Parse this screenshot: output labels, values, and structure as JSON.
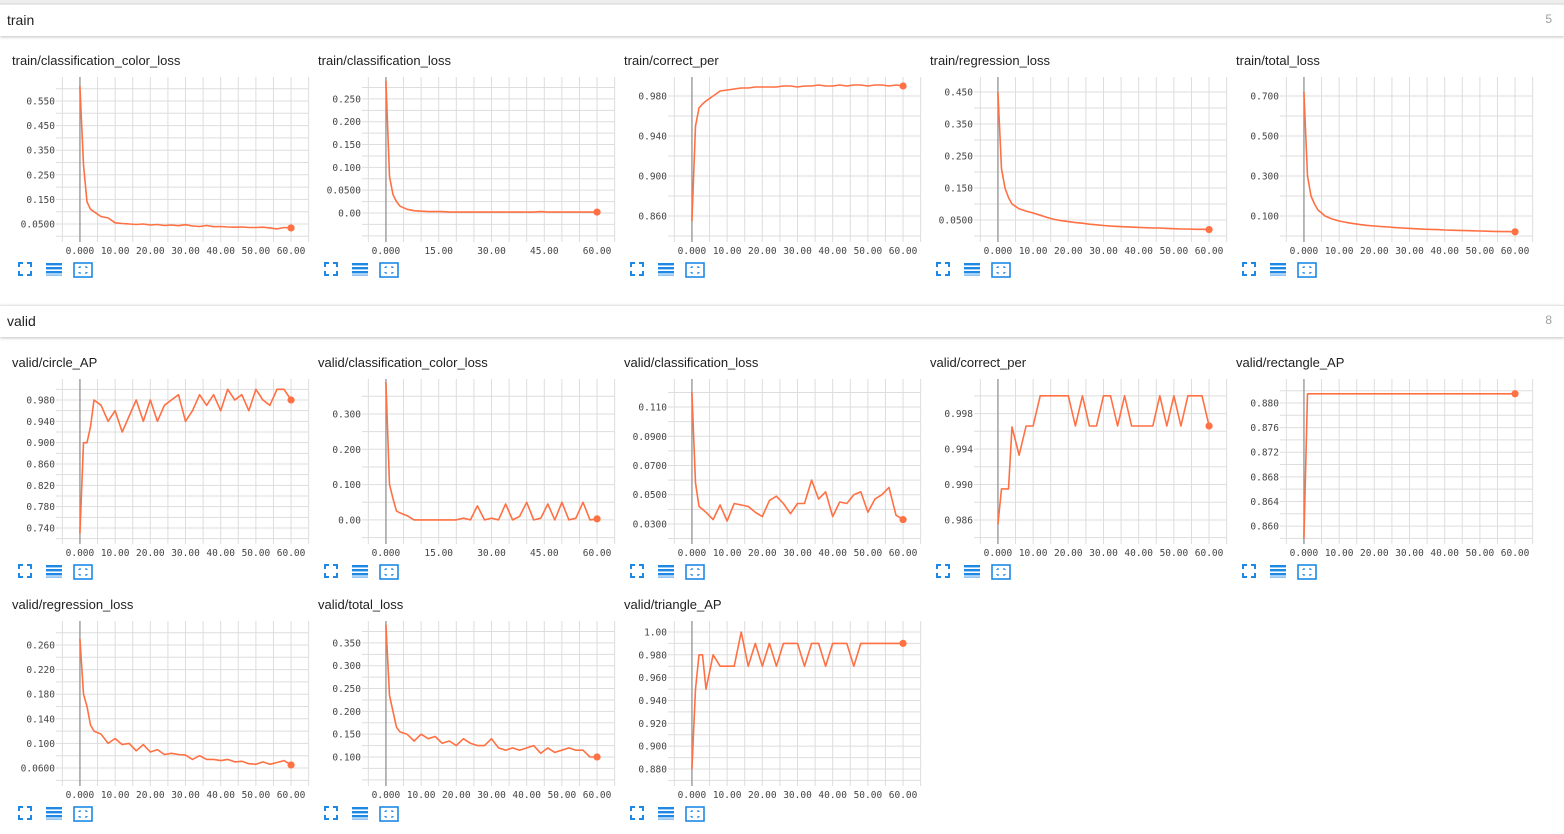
{
  "colors": {
    "line": "#ff7043",
    "grid": "#dddddd",
    "zero_axis": "#999999",
    "icon": "#1e88e5"
  },
  "steps": [
    0,
    1,
    2,
    3,
    4,
    6,
    8,
    10,
    12,
    14,
    16,
    18,
    20,
    22,
    24,
    26,
    28,
    30,
    32,
    34,
    36,
    38,
    40,
    42,
    44,
    46,
    48,
    50,
    52,
    54,
    56,
    58,
    60
  ],
  "icons": [
    "fullscreen-icon",
    "toggle-log-scale-icon",
    "fit-domain-icon"
  ],
  "sections": [
    {
      "title": "train",
      "count": "5",
      "charts": [
        {
          "title": "train/classification_color_loss",
          "ylim": [
            -0.0028,
            0.6476
          ],
          "yticks": [
            0.05,
            0.15,
            0.25,
            0.35,
            0.45,
            0.55
          ],
          "ytick_labels": [
            "0.0500",
            "0.150",
            "0.250",
            "0.350",
            "0.450",
            "0.550"
          ],
          "xticks": [
            0,
            10,
            20,
            30,
            40,
            50,
            60
          ],
          "xtick_labels": [
            "0.000",
            "10.00",
            "20.00",
            "30.00",
            "40.00",
            "50.00",
            "60.00"
          ],
          "values": [
            0.61,
            0.29,
            0.14,
            0.11,
            0.1,
            0.08,
            0.075,
            0.055,
            0.052,
            0.05,
            0.048,
            0.05,
            0.046,
            0.048,
            0.044,
            0.046,
            0.043,
            0.047,
            0.042,
            0.04,
            0.044,
            0.039,
            0.04,
            0.038,
            0.037,
            0.038,
            0.036,
            0.036,
            0.037,
            0.034,
            0.03,
            0.036,
            0.034
          ]
        },
        {
          "title": "train/classification_loss",
          "ylim": [
            -0.0526,
            0.298
          ],
          "yticks": [
            0,
            0.05,
            0.1,
            0.15,
            0.2,
            0.25
          ],
          "ytick_labels": [
            "0.00",
            "0.0500",
            "0.100",
            "0.150",
            "0.200",
            "0.250"
          ],
          "xticks": [
            0,
            15,
            30,
            45,
            60
          ],
          "xtick_labels": [
            "0.000",
            "15.00",
            "30.00",
            "45.00",
            "60.00"
          ],
          "values": [
            0.29,
            0.08,
            0.04,
            0.025,
            0.015,
            0.008,
            0.005,
            0.004,
            0.003,
            0.003,
            0.003,
            0.002,
            0.002,
            0.002,
            0.002,
            0.002,
            0.002,
            0.002,
            0.002,
            0.002,
            0.002,
            0.002,
            0.002,
            0.002,
            0.003,
            0.002,
            0.002,
            0.002,
            0.002,
            0.002,
            0.002,
            0.002,
            0.002
          ]
        },
        {
          "title": "train/correct_per",
          "ylim": [
            0.839,
            0.999
          ],
          "yticks": [
            0.86,
            0.9,
            0.94,
            0.98
          ],
          "ytick_labels": [
            "0.860",
            "0.900",
            "0.940",
            "0.980"
          ],
          "xticks": [
            0,
            10,
            20,
            30,
            40,
            50,
            60
          ],
          "xtick_labels": [
            "0.000",
            "10.00",
            "20.00",
            "30.00",
            "40.00",
            "50.00",
            "60.00"
          ],
          "values": [
            0.855,
            0.95,
            0.968,
            0.972,
            0.975,
            0.98,
            0.985,
            0.986,
            0.987,
            0.988,
            0.988,
            0.989,
            0.989,
            0.989,
            0.989,
            0.99,
            0.99,
            0.989,
            0.99,
            0.99,
            0.991,
            0.99,
            0.99,
            0.991,
            0.99,
            0.991,
            0.991,
            0.99,
            0.991,
            0.991,
            0.99,
            0.991,
            0.99
          ]
        },
        {
          "title": "train/regression_loss",
          "ylim": [
            -0.003,
            0.4969
          ],
          "yticks": [
            0.05,
            0.15,
            0.25,
            0.35,
            0.45
          ],
          "ytick_labels": [
            "0.0500",
            "0.150",
            "0.250",
            "0.350",
            "0.450"
          ],
          "xticks": [
            0,
            10,
            20,
            30,
            40,
            50,
            60
          ],
          "xtick_labels": [
            "0.000",
            "10.00",
            "20.00",
            "30.00",
            "40.00",
            "50.00",
            "60.00"
          ],
          "values": [
            0.45,
            0.21,
            0.15,
            0.12,
            0.1,
            0.085,
            0.078,
            0.072,
            0.065,
            0.058,
            0.052,
            0.048,
            0.045,
            0.042,
            0.04,
            0.037,
            0.035,
            0.033,
            0.031,
            0.03,
            0.029,
            0.028,
            0.027,
            0.026,
            0.025,
            0.025,
            0.024,
            0.023,
            0.022,
            0.022,
            0.021,
            0.021,
            0.02
          ]
        },
        {
          "title": "train/total_loss",
          "ylim": [
            -0.005,
            0.795
          ],
          "yticks": [
            0.1,
            0.3,
            0.5,
            0.7
          ],
          "ytick_labels": [
            "0.100",
            "0.300",
            "0.500",
            "0.700"
          ],
          "xticks": [
            0,
            10,
            20,
            30,
            40,
            50,
            60
          ],
          "xtick_labels": [
            "0.000",
            "10.00",
            "20.00",
            "30.00",
            "40.00",
            "50.00",
            "60.00"
          ],
          "values": [
            0.72,
            0.3,
            0.2,
            0.16,
            0.13,
            0.1,
            0.085,
            0.075,
            0.068,
            0.062,
            0.057,
            0.053,
            0.05,
            0.047,
            0.045,
            0.042,
            0.04,
            0.038,
            0.036,
            0.034,
            0.033,
            0.032,
            0.03,
            0.029,
            0.028,
            0.027,
            0.026,
            0.025,
            0.024,
            0.023,
            0.022,
            0.022,
            0.021
          ]
        }
      ]
    },
    {
      "title": "valid",
      "count": "8",
      "charts": [
        {
          "title": "valid/circle_AP",
          "ylim": [
            0.7194,
            1.0194
          ],
          "yticks": [
            0.74,
            0.78,
            0.82,
            0.86,
            0.9,
            0.94,
            0.98
          ],
          "ytick_labels": [
            "0.740",
            "0.780",
            "0.820",
            "0.860",
            "0.900",
            "0.940",
            "0.980"
          ],
          "xticks": [
            0,
            10,
            20,
            30,
            40,
            50,
            60
          ],
          "xtick_labels": [
            "0.000",
            "10.00",
            "20.00",
            "30.00",
            "40.00",
            "50.00",
            "60.00"
          ],
          "values": [
            0.73,
            0.9,
            0.9,
            0.93,
            0.98,
            0.97,
            0.94,
            0.96,
            0.92,
            0.95,
            0.98,
            0.94,
            0.98,
            0.94,
            0.97,
            0.98,
            0.99,
            0.94,
            0.96,
            0.99,
            0.97,
            0.99,
            0.96,
            1.0,
            0.98,
            0.99,
            0.96,
            1.0,
            0.98,
            0.97,
            1.0,
            1.0,
            0.98
          ]
        },
        {
          "title": "valid/classification_color_loss",
          "ylim": [
            -0.054,
            0.399
          ],
          "yticks": [
            0,
            0.1,
            0.2,
            0.3
          ],
          "ytick_labels": [
            "0.00",
            "0.100",
            "0.200",
            "0.300"
          ],
          "xticks": [
            0,
            15,
            30,
            45,
            60
          ],
          "xtick_labels": [
            "0.000",
            "15.00",
            "30.00",
            "45.00",
            "60.00"
          ],
          "values": [
            0.39,
            0.1,
            0.06,
            0.025,
            0.02,
            0.012,
            0.0,
            0.0,
            0.0,
            0.0,
            0.0,
            0.0,
            0.0,
            0.005,
            0.0,
            0.04,
            0.0,
            0.005,
            0.0,
            0.045,
            0.0,
            0.01,
            0.05,
            0.0,
            0.005,
            0.045,
            0.0,
            0.05,
            0.0,
            0.005,
            0.05,
            0.0,
            0.003
          ]
        },
        {
          "title": "valid/classification_loss",
          "ylim": [
            0.0197,
            0.1292
          ],
          "yticks": [
            0.03,
            0.05,
            0.07,
            0.09,
            0.11
          ],
          "ytick_labels": [
            "0.0300",
            "0.0500",
            "0.0700",
            "0.0900",
            "0.110"
          ],
          "xticks": [
            0,
            10,
            20,
            30,
            40,
            50,
            60
          ],
          "xtick_labels": [
            "0.000",
            "10.00",
            "20.00",
            "30.00",
            "40.00",
            "50.00",
            "60.00"
          ],
          "values": [
            0.12,
            0.058,
            0.042,
            0.04,
            0.038,
            0.033,
            0.043,
            0.032,
            0.044,
            0.043,
            0.042,
            0.038,
            0.035,
            0.046,
            0.049,
            0.044,
            0.037,
            0.044,
            0.044,
            0.06,
            0.047,
            0.052,
            0.035,
            0.045,
            0.044,
            0.05,
            0.052,
            0.038,
            0.047,
            0.05,
            0.055,
            0.036,
            0.033
          ]
        },
        {
          "title": "valid/correct_per",
          "ylim": [
            0.98385,
            1.0019
          ],
          "yticks": [
            0.986,
            0.99,
            0.994,
            0.998
          ],
          "ytick_labels": [
            "0.986",
            "0.990",
            "0.994",
            "0.998"
          ],
          "xticks": [
            0,
            10,
            20,
            30,
            40,
            50,
            60
          ],
          "xtick_labels": [
            "0.000",
            "10.00",
            "20.00",
            "30.00",
            "40.00",
            "50.00",
            "60.00"
          ],
          "values": [
            0.9855,
            0.9895,
            0.9895,
            0.9895,
            0.9965,
            0.9933,
            0.9966,
            0.9966,
            1.0,
            1.0,
            1.0,
            1.0,
            1.0,
            0.9966,
            1.0,
            0.9966,
            0.9966,
            1.0,
            1.0,
            0.9966,
            1.0,
            0.9966,
            0.9966,
            0.9966,
            0.9966,
            1.0,
            0.9966,
            1.0,
            0.9966,
            1.0,
            1.0,
            1.0,
            0.9966
          ]
        },
        {
          "title": "valid/rectangle_AP",
          "ylim": [
            0.8579,
            0.8839
          ],
          "yticks": [
            0.86,
            0.864,
            0.868,
            0.872,
            0.876,
            0.88
          ],
          "ytick_labels": [
            "0.860",
            "0.864",
            "0.868",
            "0.872",
            "0.876",
            "0.880"
          ],
          "xticks": [
            0,
            10,
            20,
            30,
            40,
            50,
            60
          ],
          "xtick_labels": [
            "0.000",
            "10.00",
            "20.00",
            "30.00",
            "40.00",
            "50.00",
            "60.00"
          ],
          "values": [
            0.858,
            0.8815,
            0.8815,
            0.8815,
            0.8815,
            0.8815,
            0.8815,
            0.8815,
            0.8815,
            0.8815,
            0.8815,
            0.8815,
            0.8815,
            0.8815,
            0.8815,
            0.8815,
            0.8815,
            0.8815,
            0.8815,
            0.8815,
            0.8815,
            0.8815,
            0.8815,
            0.8815,
            0.8815,
            0.8815,
            0.8815,
            0.8815,
            0.8815,
            0.8815,
            0.8815,
            0.8815,
            0.8815
          ]
        },
        {
          "title": "valid/regression_loss",
          "ylim": [
            0.0389,
            0.299
          ],
          "yticks": [
            0.06,
            0.1,
            0.14,
            0.18,
            0.22,
            0.26
          ],
          "ytick_labels": [
            "0.0600",
            "0.100",
            "0.140",
            "0.180",
            "0.220",
            "0.260"
          ],
          "xticks": [
            0,
            10,
            20,
            30,
            40,
            50,
            60
          ],
          "xtick_labels": [
            "0.000",
            "10.00",
            "20.00",
            "30.00",
            "40.00",
            "50.00",
            "60.00"
          ],
          "values": [
            0.27,
            0.18,
            0.16,
            0.13,
            0.12,
            0.115,
            0.1,
            0.108,
            0.098,
            0.1,
            0.088,
            0.098,
            0.086,
            0.09,
            0.082,
            0.084,
            0.082,
            0.081,
            0.074,
            0.08,
            0.074,
            0.074,
            0.072,
            0.074,
            0.07,
            0.071,
            0.067,
            0.066,
            0.07,
            0.066,
            0.069,
            0.072,
            0.065
          ]
        },
        {
          "title": "valid/total_loss",
          "ylim": [
            0.0474,
            0.398
          ],
          "yticks": [
            0.1,
            0.15,
            0.2,
            0.25,
            0.3,
            0.35
          ],
          "ytick_labels": [
            "0.100",
            "0.150",
            "0.200",
            "0.250",
            "0.300",
            "0.350"
          ],
          "xticks": [
            0,
            10,
            20,
            30,
            40,
            50,
            60
          ],
          "xtick_labels": [
            "0.000",
            "10.00",
            "20.00",
            "30.00",
            "40.00",
            "50.00",
            "60.00"
          ],
          "values": [
            0.39,
            0.235,
            0.2,
            0.165,
            0.155,
            0.15,
            0.135,
            0.15,
            0.14,
            0.145,
            0.13,
            0.135,
            0.125,
            0.14,
            0.13,
            0.125,
            0.125,
            0.14,
            0.12,
            0.115,
            0.12,
            0.115,
            0.12,
            0.125,
            0.108,
            0.12,
            0.11,
            0.115,
            0.12,
            0.115,
            0.115,
            0.1,
            0.1
          ]
        },
        {
          "title": "valid/triangle_AP",
          "ylim": [
            0.8695,
            1.0096
          ],
          "yticks": [
            0.88,
            0.9,
            0.92,
            0.94,
            0.96,
            0.98,
            1.0
          ],
          "ytick_labels": [
            "0.880",
            "0.900",
            "0.920",
            "0.940",
            "0.960",
            "0.980",
            "1.00"
          ],
          "xticks": [
            0,
            10,
            20,
            30,
            40,
            50,
            60
          ],
          "xtick_labels": [
            "0.000",
            "10.00",
            "20.00",
            "30.00",
            "40.00",
            "50.00",
            "60.00"
          ],
          "values": [
            0.88,
            0.95,
            0.98,
            0.98,
            0.95,
            0.98,
            0.97,
            0.97,
            0.97,
            1.0,
            0.97,
            0.99,
            0.97,
            0.99,
            0.97,
            0.99,
            0.99,
            0.99,
            0.97,
            0.99,
            0.99,
            0.97,
            0.99,
            0.99,
            0.99,
            0.97,
            0.99,
            0.99,
            0.99,
            0.99,
            0.99,
            0.99,
            0.99
          ]
        }
      ]
    }
  ]
}
